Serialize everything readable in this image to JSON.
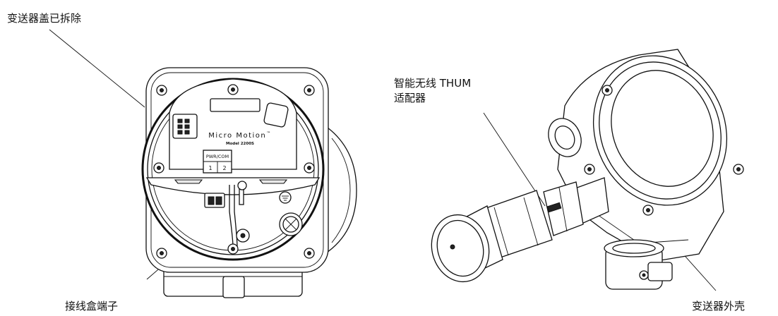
{
  "callouts": {
    "cover_removed": "变送器盖已拆除",
    "thum_adapter_line1": "智能无线 THUM",
    "thum_adapter_line2": "适配器",
    "terminal_block": "接线盒端子",
    "housing": "变送器外壳"
  },
  "device_labels": {
    "brand": "Micro Motion",
    "trademark": "™",
    "model": "Model 2200S",
    "terminal_header": "PWR/COM",
    "terminal_1": "1",
    "terminal_2": "2"
  }
}
